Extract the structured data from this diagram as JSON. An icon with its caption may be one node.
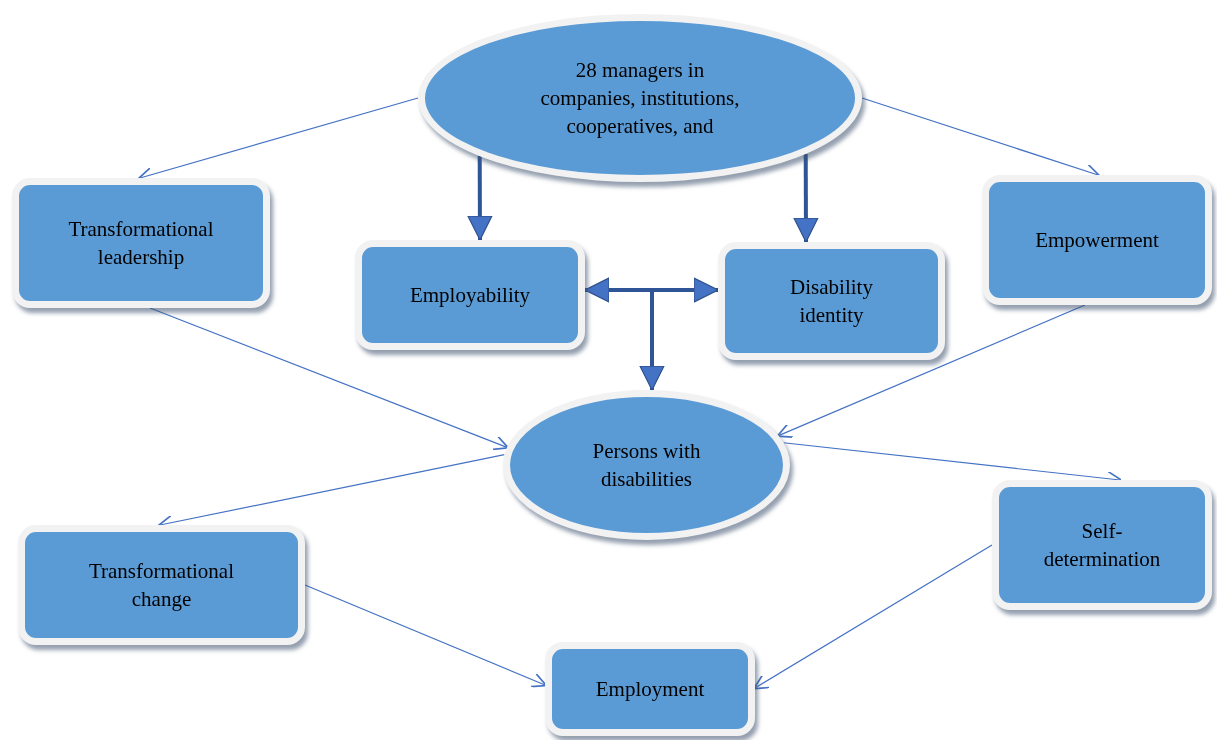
{
  "diagram": {
    "nodes": [
      {
        "text": [
          "28 managers in companies, institutions, cooperatives, and"
        ]
      },
      {
        "text": [
          "Transformational leadership"
        ]
      },
      {
        "text": [
          "Employability"
        ]
      },
      {
        "text": [
          "Disability identity"
        ]
      },
      {
        "text": [
          "Empowerment"
        ]
      },
      {
        "text": [
          "Persons with disabilities"
        ]
      },
      {
        "text": [
          "Transformational change"
        ]
      },
      {
        "text": [
          "Self-determination"
        ]
      },
      {
        "text": [
          "Employment"
        ]
      }
    ],
    "edges": [
      {
        "from": 0,
        "to": 1,
        "arrow": "to"
      },
      {
        "from": 0,
        "to": 2,
        "arrow": "to",
        "style": "thick"
      },
      {
        "from": 0,
        "to": 3,
        "arrow": "to",
        "style": "thick"
      },
      {
        "from": 2,
        "to": 3,
        "arrow": "both",
        "style": "thick"
      },
      {
        "from": null,
        "to": 5,
        "arrow": "to",
        "style": "thick"
      },
      {
        "from": 0,
        "to": 4,
        "arrow": "to"
      },
      {
        "from": 1,
        "to": 5,
        "arrow": "to"
      },
      {
        "from": 4,
        "to": 5,
        "arrow": "to"
      },
      {
        "from": 5,
        "to": 6,
        "arrow": "to"
      },
      {
        "from": 5,
        "to": 7,
        "arrow": "to"
      },
      {
        "from": 6,
        "to": 8,
        "arrow": "to"
      },
      {
        "from": 7,
        "to": 8,
        "arrow": "to"
      }
    ]
  }
}
